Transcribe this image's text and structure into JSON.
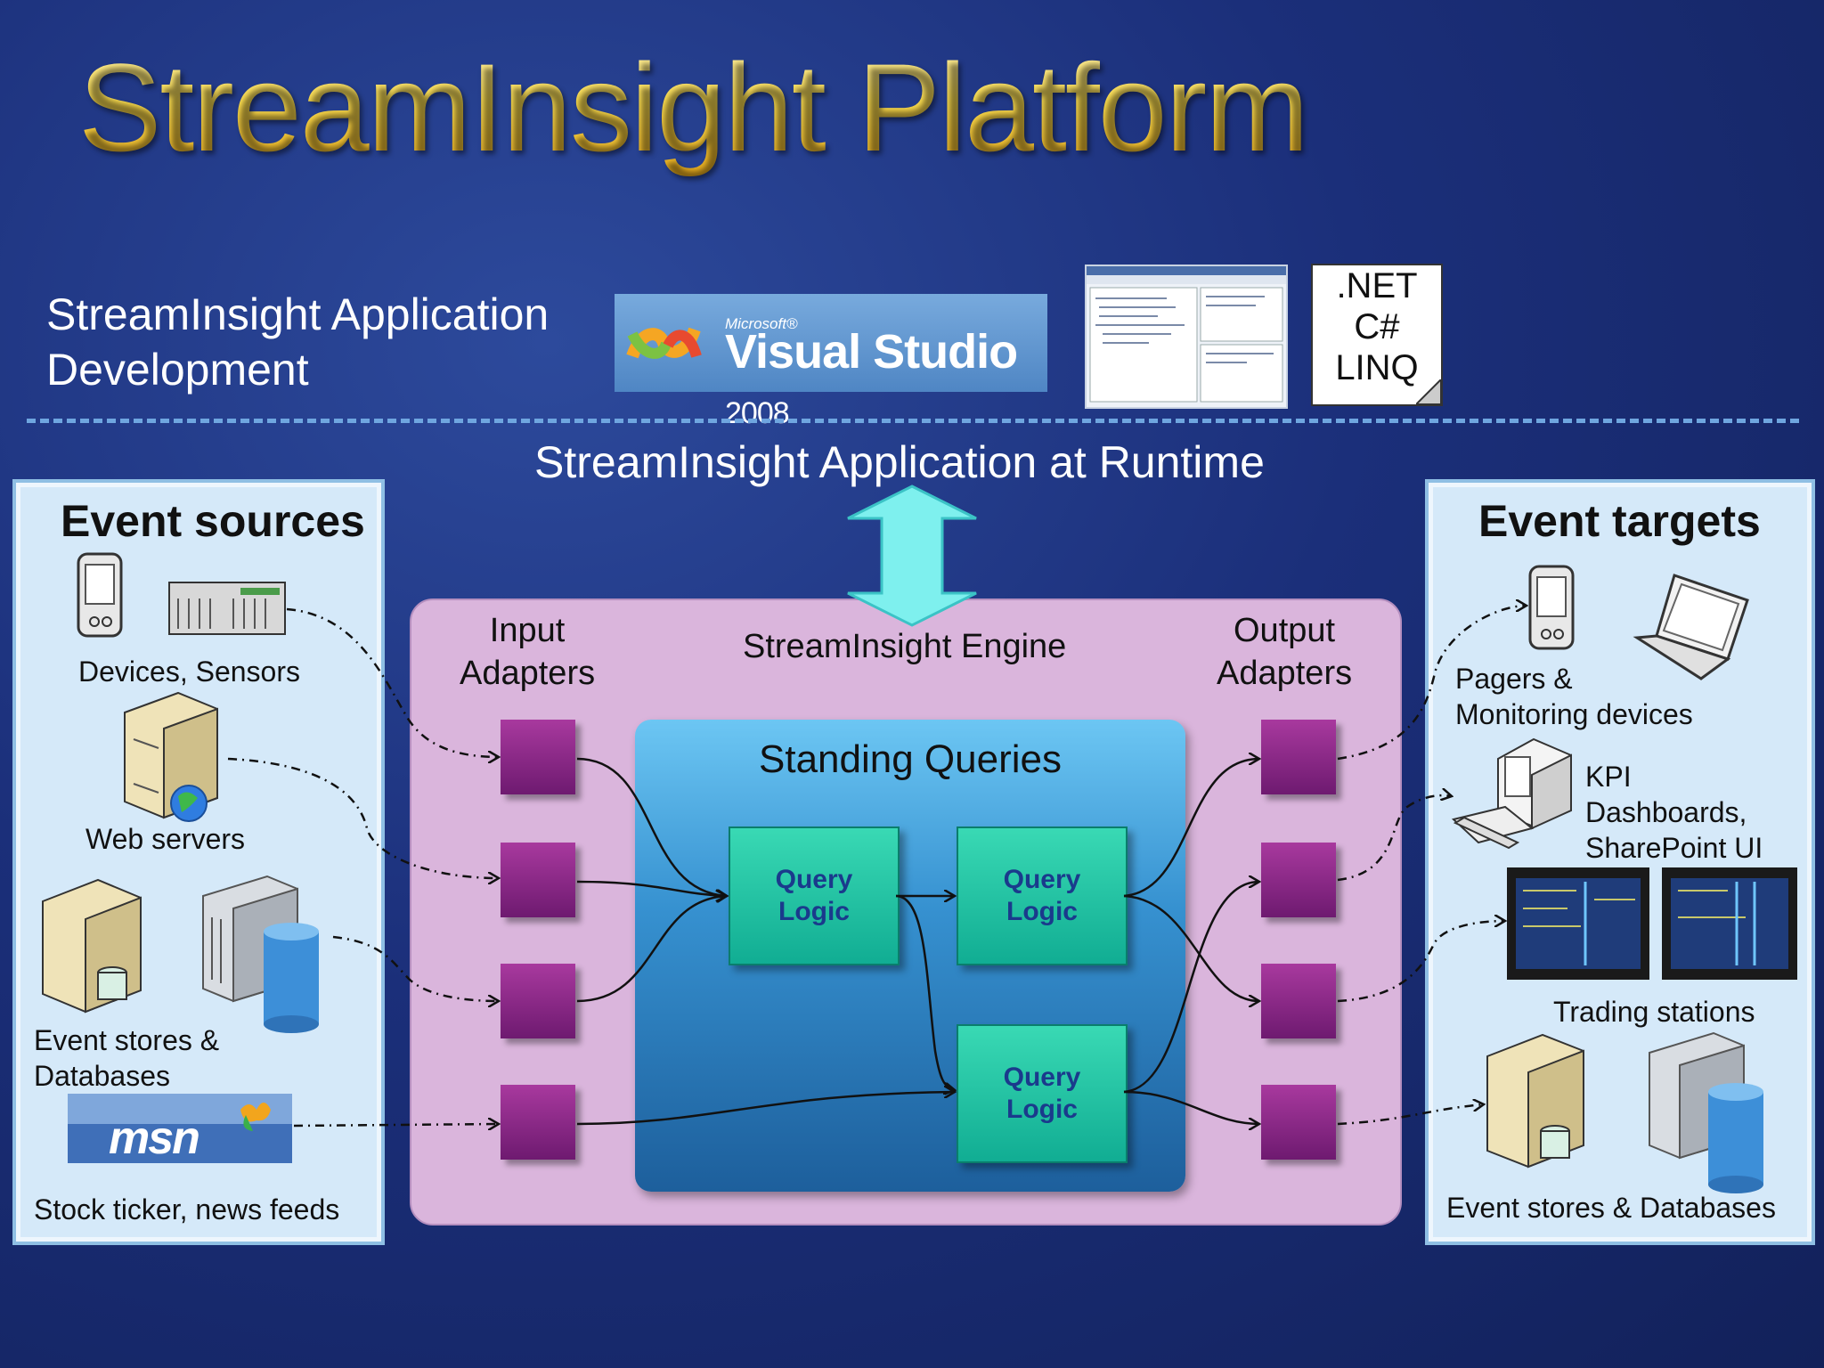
{
  "title": "StreamInsight Platform",
  "development": {
    "label_line1": "StreamInsight Application",
    "label_line2": "Development",
    "vs_small": "Microsoft®",
    "vs_name": "Visual Studio",
    "vs_year": "2008",
    "note_lines": [
      ".NET",
      "C#",
      "LINQ"
    ]
  },
  "runtime_label": "StreamInsight Application at Runtime",
  "sources": {
    "title": "Event sources",
    "devices": "Devices, Sensors",
    "web": "Web servers",
    "stores_line1": "Event stores &",
    "stores_line2": "Databases",
    "msn_logo": "msn",
    "stock": "Stock ticker, news feeds"
  },
  "engine": {
    "input_line1": "Input",
    "input_line2": "Adapters",
    "name": "StreamInsight Engine",
    "output_line1": "Output",
    "output_line2": "Adapters",
    "standing": "Standing Queries",
    "query_line1": "Query",
    "query_line2": "Logic"
  },
  "targets": {
    "title": "Event targets",
    "pagers_line1": "Pagers &",
    "pagers_line2": "Monitoring devices",
    "kpi_line1": "KPI",
    "kpi_line2": "Dashboards,",
    "kpi_line3": "SharePoint UI",
    "trading": "Trading stations",
    "stores": "Event stores & Databases"
  },
  "colors": {
    "title_gold": "#f7d94e",
    "engine_pink": "#dab5dc",
    "adapter_purple": "#8a2a86",
    "query_green": "#1fc4a2",
    "panel_light_blue": "#d5e9f9",
    "arrow_cyan": "#7ef0ee"
  }
}
